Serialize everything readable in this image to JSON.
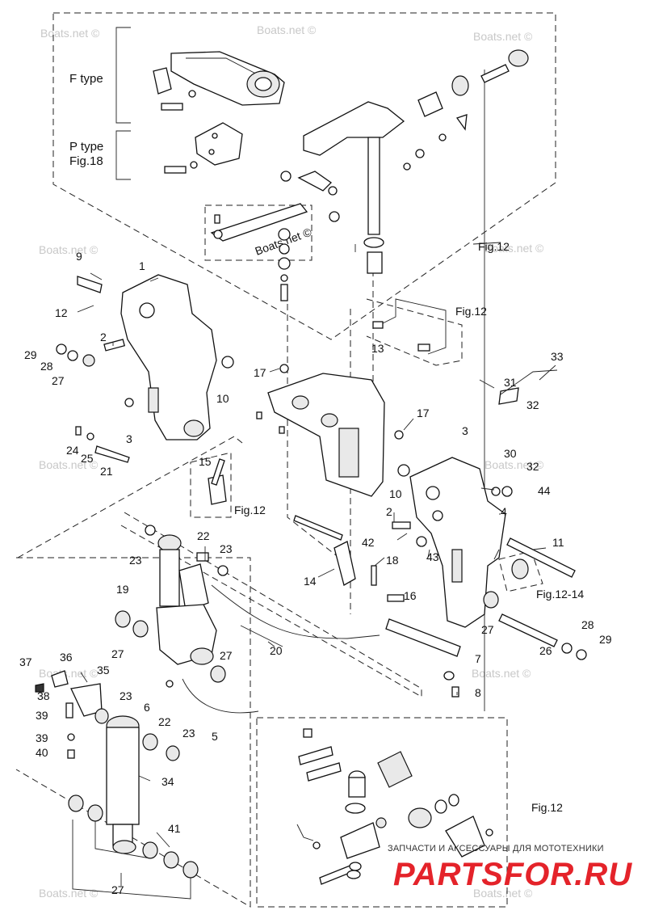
{
  "diagram": {
    "type_labels": {
      "f_type": "F type",
      "p_type": "P type",
      "fig18": "Fig.18"
    },
    "fig_refs": [
      "Fig.12",
      "Fig.12",
      "Fig.12",
      "Fig.12-14",
      "Fig.12"
    ],
    "part_numbers": [
      "1",
      "2",
      "3",
      "4",
      "5",
      "6",
      "7",
      "8",
      "9",
      "10",
      "11",
      "12",
      "13",
      "14",
      "15",
      "16",
      "17",
      "18",
      "19",
      "20",
      "21",
      "22",
      "23",
      "24",
      "25",
      "26",
      "27",
      "28",
      "29",
      "30",
      "31",
      "32",
      "33",
      "34",
      "35",
      "36",
      "37",
      "38",
      "39",
      "40",
      "41",
      "42",
      "43",
      "44"
    ],
    "watermark": "Boats.net ©",
    "brand": {
      "tagline": "ЗАПЧАСТИ И АКСЕССУАРЫ ДЛЯ МОТОТЕХНИКИ",
      "logo": "PARTSFOR.RU",
      "color": "#e4232a"
    }
  }
}
